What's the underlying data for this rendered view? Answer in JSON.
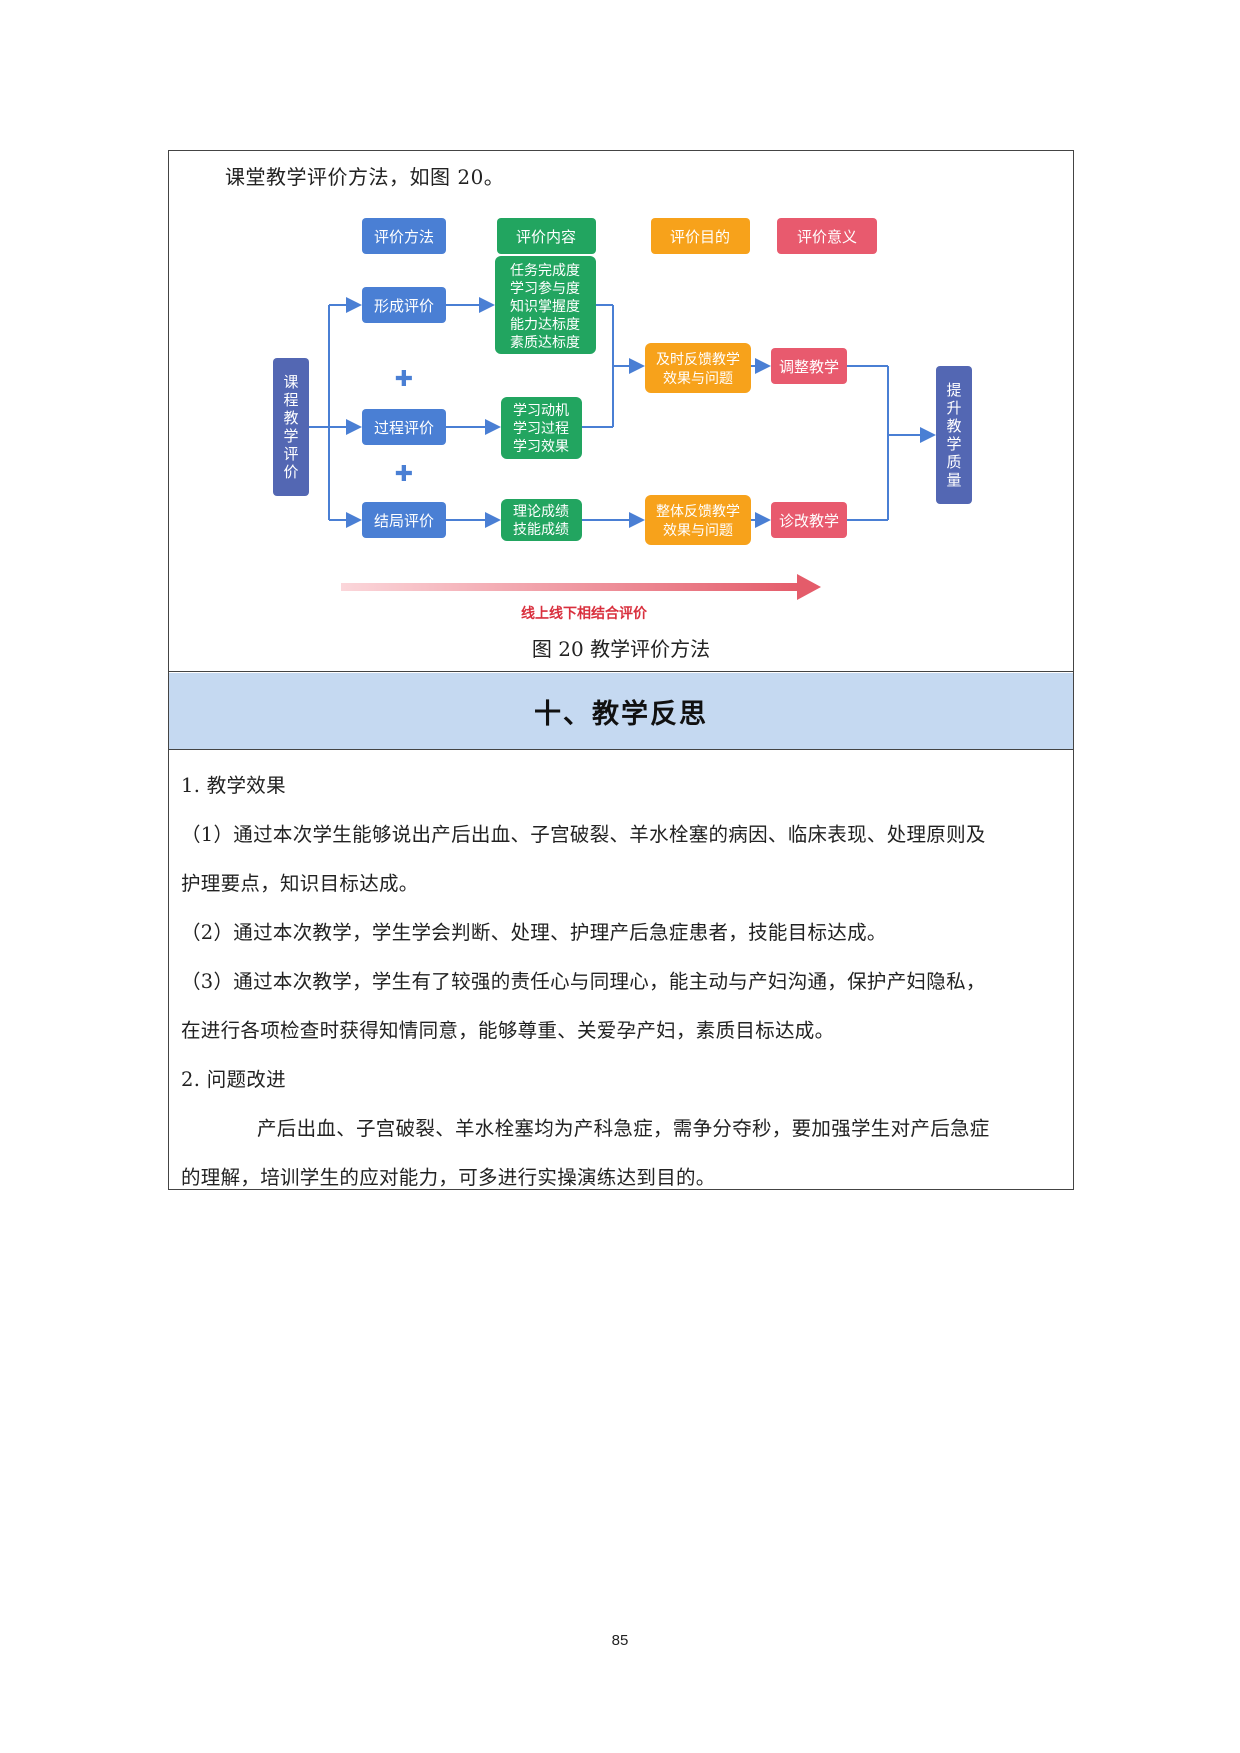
{
  "intro_text": "课堂教学评价方法，如图 20。",
  "figure": {
    "header_labels": [
      "评价方法",
      "评价内容",
      "评价目的",
      "评价意义"
    ],
    "left_label": [
      "课",
      "程",
      "教",
      "学",
      "评",
      "价"
    ],
    "methods": [
      "形成评价",
      "过程评价",
      "结局评价"
    ],
    "plus_sign": "✚",
    "contents_formative": [
      "任务完成度",
      "学习参与度",
      "知识掌握度",
      "能力达标度",
      "素质达标度"
    ],
    "contents_process": [
      "学习动机",
      "学习过程",
      "学习效果"
    ],
    "contents_outcome": [
      "理论成绩",
      "技能成绩"
    ],
    "purpose_top": [
      "及时反馈教学",
      "效果与问题"
    ],
    "purpose_bottom": [
      "整体反馈教学",
      "效果与问题"
    ],
    "meaning_top": "调整教学",
    "meaning_bottom": "诊改教学",
    "right_label": [
      "提",
      "升",
      "教",
      "学",
      "质",
      "量"
    ],
    "arrow_label": "线上线下相结合评价",
    "colors": {
      "blue": "#4a7fd4",
      "green": "#22a560",
      "orange": "#f7a21b",
      "red": "#e85a6e",
      "navy": "#5367b3",
      "arrow": "#e8707a"
    }
  },
  "caption": "图 20  教学评价方法",
  "section_title": "十、教学反思",
  "paragraphs": [
    "1.  教学效果",
    "（1）通过本次学生能够说出产后出血、子宫破裂、羊水栓塞的病因、临床表现、处理原则及",
    "护理要点，知识目标达成。",
    "（2）通过本次教学，学生学会判断、处理、护理产后急症患者，技能目标达成。",
    "（3）通过本次教学，学生有了较强的责任心与同理心，能主动与产妇沟通，保护产妇隐私，",
    "在进行各项检查时获得知情同意，能够尊重、关爱孕产妇，素质目标达成。",
    "2.  问题改进",
    "产后出血、子宫破裂、羊水栓塞均为产科急症，需争分夺秒，要加强学生对产后急症",
    "的理解，培训学生的应对能力，可多进行实操演练达到目的。"
  ],
  "page_number": "85"
}
